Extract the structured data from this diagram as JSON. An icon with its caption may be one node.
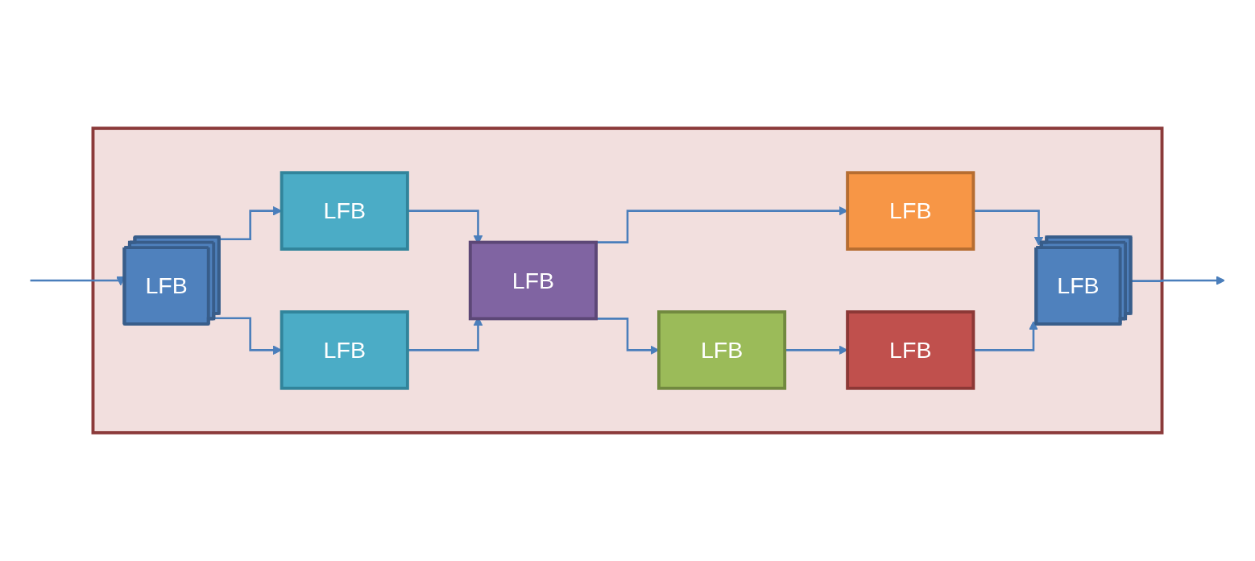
{
  "diagram": {
    "nodes": [
      {
        "text": [],
        "shape": "box"
      },
      {
        "text": [
          "LFB"
        ],
        "in": 0
      },
      {
        "text": [
          "LFB"
        ],
        "in": 0
      },
      {
        "text": [
          "LFB"
        ],
        "in": 0
      },
      {
        "text": [
          "LFB"
        ],
        "in": 0
      },
      {
        "text": [
          "LFB"
        ],
        "in": 0
      },
      {
        "text": [
          "LFB"
        ],
        "in": 0
      },
      {
        "text": [
          "LFB"
        ],
        "in": 0
      },
      {
        "text": [
          "LFB"
        ],
        "in": 0
      }
    ],
    "edges": [
      {
        "from": null,
        "to": 1,
        "arrow": "to"
      },
      {
        "from": 1,
        "to": 2,
        "arrow": "to"
      },
      {
        "from": 1,
        "to": 3,
        "arrow": "to"
      },
      {
        "from": 2,
        "to": 4,
        "arrow": "to"
      },
      {
        "from": 3,
        "to": 4,
        "arrow": "to"
      },
      {
        "from": 4,
        "to": 5,
        "arrow": "to"
      },
      {
        "from": 4,
        "to": 6,
        "arrow": "to"
      },
      {
        "from": 6,
        "to": 7,
        "arrow": "to"
      },
      {
        "from": 5,
        "to": 8,
        "arrow": "to"
      },
      {
        "from": 7,
        "to": 8,
        "arrow": "to"
      },
      {
        "from": 8,
        "to": null,
        "arrow": "to"
      }
    ]
  }
}
